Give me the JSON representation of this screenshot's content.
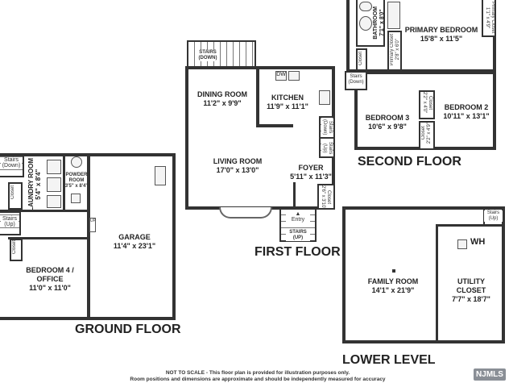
{
  "second_floor": {
    "title": "SECOND FLOOR",
    "bathroom": {
      "name": "BATHROOM",
      "dims": "7'1\" x 8'0\""
    },
    "primary_bedroom": {
      "name": "PRIMARY BEDROOM",
      "dims": "15'8\" x 11'5\""
    },
    "primary_closet_1": {
      "name": "Primary Closet",
      "dims": "1'1\" x 4'9\""
    },
    "primary_closet_2": {
      "name": "Primary Closet",
      "dims": "2'8\" x 6'0\""
    },
    "closet": "Closet",
    "stairs": "Stairs (Down)",
    "bedroom_3": {
      "name": "BEDROOM 3",
      "dims": "10'6\" x 9'8\""
    },
    "bedroom_2": {
      "name": "BEDROOM 2",
      "dims": "10'11\" x 13'1\""
    },
    "closet_a": {
      "name": "Closet",
      "dims": "2'2\" x 4'0\""
    },
    "closet_b": {
      "name": "Closet",
      "dims": "2'2\" x 4'9\""
    }
  },
  "first_floor": {
    "title": "FIRST FLOOR",
    "stairs_down": "STAIRS (DOWN)",
    "dining": {
      "name": "DINING ROOM",
      "dims": "11'2\" x 9'9\""
    },
    "kitchen": {
      "name": "KITCHEN",
      "dims": "11'9\" x 11'1\""
    },
    "dw": "DW",
    "living": {
      "name": "LIVING ROOM",
      "dims": "17'0\" x 13'0\""
    },
    "foyer": {
      "name": "FOYER",
      "dims": "5'11\" x 11'3\""
    },
    "stairs_down_side": "Stairs (Down)",
    "stairs_up_side": "Stairs (Up)",
    "closet": {
      "name": "Closet",
      "dims": "2'6\" x 3'10\""
    },
    "entry": "Entry",
    "stairs_up": "STAIRS (UP)"
  },
  "ground_floor": {
    "title": "GROUND FLOOR",
    "stairs_down": "Stairs (Down)",
    "laundry": {
      "name": "LAUNDRY ROOM",
      "dims": "5'4\" x 8'4\""
    },
    "powder": {
      "name": "POWDER ROOM",
      "dims": "3'5\" x 8'4\""
    },
    "closet": "Closet",
    "stairs_up": "Stairs (Up)",
    "garage": {
      "name": "GARAGE",
      "dims": "11'4\" x 23'1\""
    },
    "up": "UP",
    "bedroom_4": {
      "name": "BEDROOM 4 / OFFICE",
      "dims": "11'0\" x 11'0\""
    },
    "closet2": "Closet"
  },
  "lower_level": {
    "title": "LOWER LEVEL",
    "family": {
      "name": "FAMILY ROOM",
      "dims": "14'1\" x 21'9\""
    },
    "utility": {
      "name": "UTILITY CLOSET",
      "dims": "7'7\" x 18'7\""
    },
    "wh": "WH",
    "stairs_up": "Stairs (Up)"
  },
  "footer": {
    "line1": "NOT TO SCALE - This floor plan is provided for illustration purposes only.",
    "line2": "Room positions and dimensions are approximate and should be independently measured for accuracy",
    "logo": "NJMLS"
  }
}
